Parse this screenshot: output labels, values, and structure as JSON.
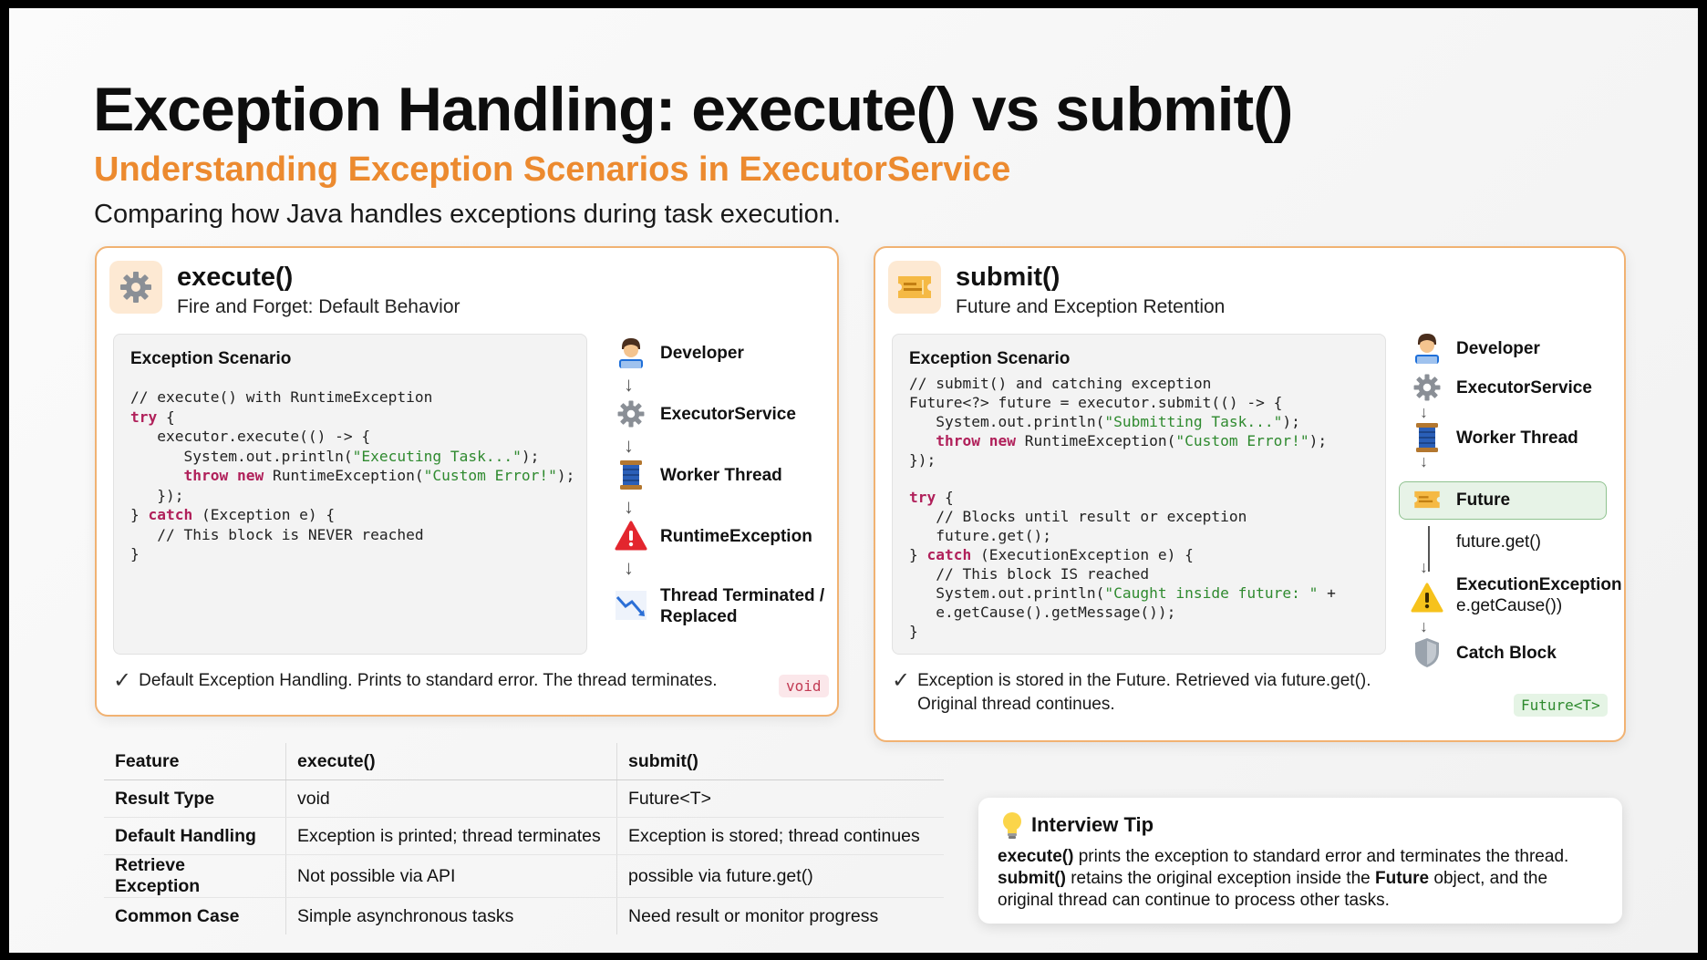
{
  "header": {
    "title": "Exception Handling: execute() vs submit()",
    "subtitle": "Understanding Exception Scenarios in ExecutorService",
    "intro": "Comparing how Java handles exceptions during task execution."
  },
  "colors": {
    "accent": "#ec8a2f",
    "keyword": "#b0205a",
    "string": "#2f8a2f",
    "future_green": "#2e8a2e",
    "void_red": "#c23b54"
  },
  "execute_panel": {
    "name": "execute()",
    "description": "Fire and Forget: Default Behavior",
    "scenario_title": "Exception Scenario",
    "code": {
      "l1": "// execute() with RuntimeException",
      "l2_kw": "try",
      "l3": "executor.execute(() -> {",
      "l4_a": "System.out.println(",
      "l4_s": "\"Executing Task...\"",
      "l4_b": ");",
      "l5_kw1": "throw",
      "l5_kw2": "new",
      "l5_a": "RuntimeException(",
      "l5_s": "\"Custom Error!\"",
      "l5_b": ");",
      "l6": "});",
      "l7_a": "} ",
      "l7_kw": "catch",
      "l7_b": " (Exception e) {",
      "l8": "// This block is NEVER reached",
      "l9": "}"
    },
    "flow": [
      {
        "label": "Developer",
        "icon": "developer-icon"
      },
      {
        "label": "ExecutorService",
        "icon": "gear-icon"
      },
      {
        "label": "Worker Thread",
        "icon": "spool-icon"
      },
      {
        "label": "RuntimeException",
        "icon": "warning-red-icon"
      },
      {
        "label": "Thread Terminated /",
        "label2": "Replaced",
        "icon": "chart-down-icon"
      }
    ],
    "note": "Default Exception Handling. Prints to standard error. The thread terminates.",
    "badge": "void"
  },
  "submit_panel": {
    "name": "submit()",
    "description": "Future and Exception Retention",
    "scenario_title": "Exception Scenario",
    "code": {
      "l1": "// submit() and catching exception",
      "l2": "Future<?> future = executor.submit(() -> {",
      "l3_a": "System.out.println(",
      "l3_s": "\"Submitting Task...\"",
      "l3_b": ");",
      "l4_kw1": "throw",
      "l4_kw2": "new",
      "l4_a": "RuntimeException(",
      "l4_s": "\"Custom Error!\"",
      "l4_b": ");",
      "l5": "});",
      "l6_kw": "try",
      "l7": "// Blocks until result or exception",
      "l8": "future.get();",
      "l9_a": "} ",
      "l9_kw": "catch",
      "l9_b": " (ExecutionException e) {",
      "l10": "// This block IS reached",
      "l11_a": "System.out.println(",
      "l11_s": "\"Caught inside future: \"",
      "l11_b": " +",
      "l12": "e.getCause().getMessage());",
      "l13": "}"
    },
    "flow": {
      "developer": "Developer",
      "executor": "ExecutorService",
      "worker": "Worker Thread",
      "future": "Future",
      "get": "future.get()",
      "exception": "ExecutionException",
      "exception2": "e.getCause())",
      "catch": "Catch Block"
    },
    "note_line1": "Exception is stored in the Future. Retrieved via future.get().",
    "note_line2": "Original thread continues.",
    "badge": "Future<T>"
  },
  "table": {
    "headers": [
      "Feature",
      "execute()",
      "submit()"
    ],
    "rows": [
      [
        "Result Type",
        "void",
        "Future<T>"
      ],
      [
        "Default Handling",
        "Exception is printed; thread terminates",
        "Exception is stored; thread continues"
      ],
      [
        "Retrieve Exception",
        "Not possible via API",
        "possible via future.get()"
      ],
      [
        "Common Case",
        "Simple asynchronous tasks",
        "Need result or monitor progress"
      ]
    ]
  },
  "tip": {
    "title": "Interview Tip",
    "b1": "execute()",
    "t1": " prints the exception to standard error and terminates the thread.",
    "b2": "submit()",
    "t2": " retains the original exception inside the ",
    "b3": "Future",
    "t3": " object, and the",
    "t4": "original thread can continue to process other tasks."
  }
}
